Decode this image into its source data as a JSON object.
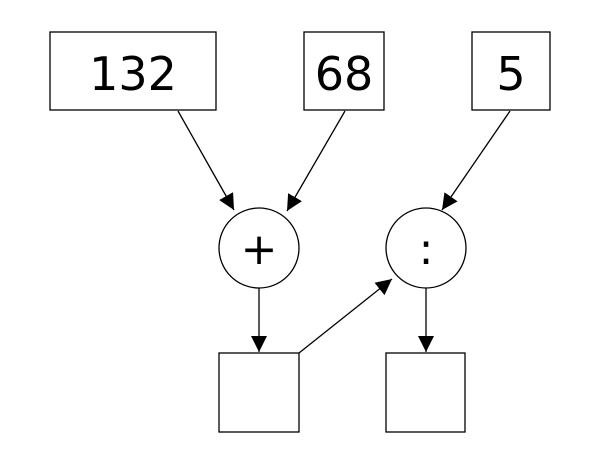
{
  "inputs": {
    "first": "132",
    "second": "68",
    "third": "5"
  },
  "operators": {
    "add": "+",
    "divide": ":"
  },
  "results": {
    "sum": "",
    "quotient": ""
  }
}
